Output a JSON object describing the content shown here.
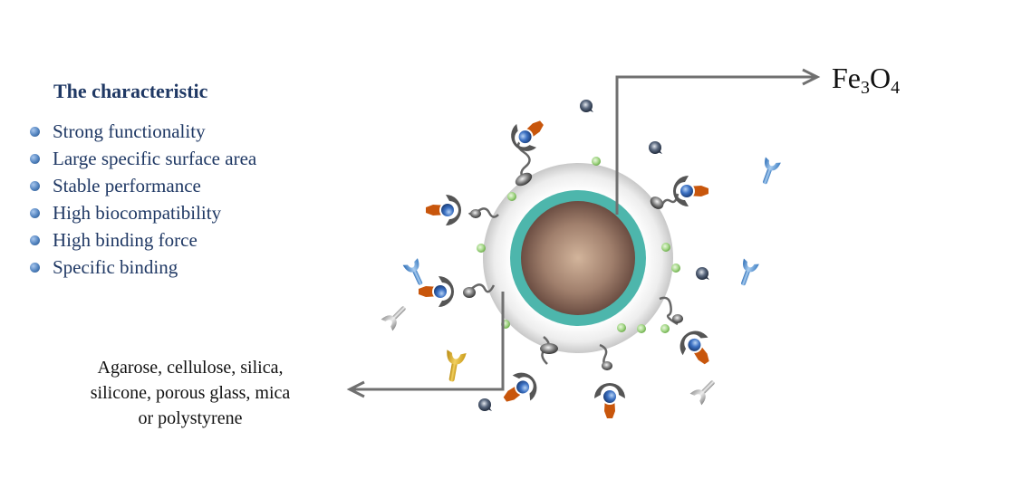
{
  "characteristics": {
    "title": "The characteristic",
    "items": [
      {
        "label": "Strong functionality"
      },
      {
        "label": "Large specific surface area"
      },
      {
        "label": "Stable performance"
      },
      {
        "label": "High biocompatibility"
      },
      {
        "label": "High binding force"
      },
      {
        "label": "Specific binding"
      }
    ],
    "bullet_color": "#4f81bd",
    "text_color": "#1f3864"
  },
  "core_label": {
    "base1": "Fe",
    "sub1": "3",
    "base2": "O",
    "sub2": "4"
  },
  "support_label": {
    "line1": "Agarose, cellulose, silica,",
    "line2": "silicone, porous glass, mica",
    "line3": "or polystyrene"
  },
  "colors": {
    "core": "#8a6a5a",
    "core_highlight": "#d2b49b",
    "shell": "#4db6ac",
    "coating": "#e6e6e6",
    "arrow": "#707070",
    "ligand_cup": "#555555",
    "ligand_ball": "#2e5fae",
    "target": "#c8560c",
    "surface_dot": "#8fca6a",
    "antibody_blue": "#4a8fd4",
    "antibody_gray": "#9a9a9a",
    "antibody_gold": "#d8a81c"
  }
}
